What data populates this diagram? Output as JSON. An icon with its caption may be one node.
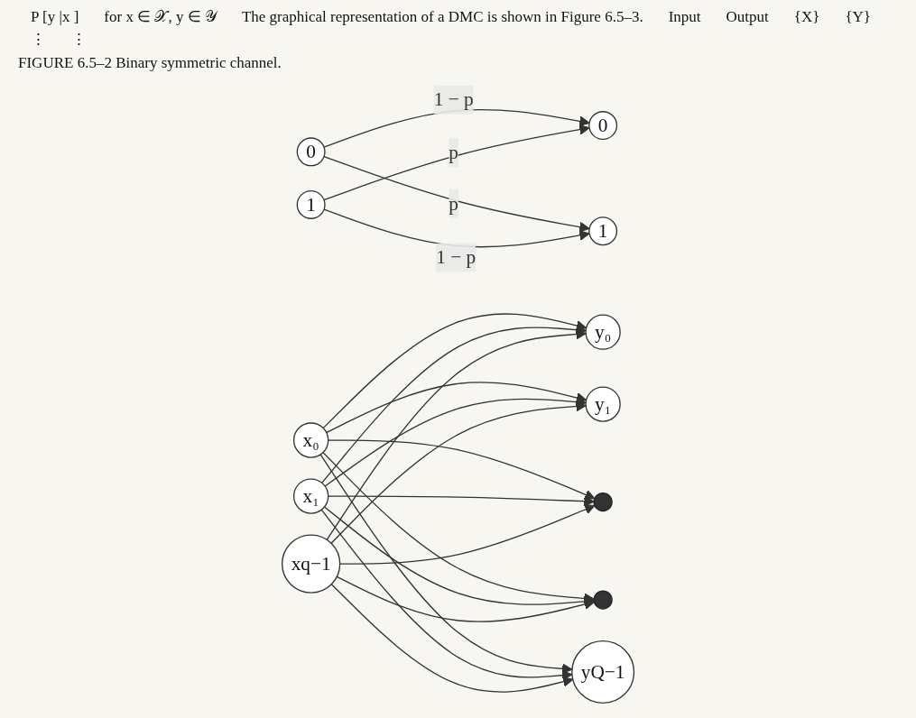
{
  "diagram": {
    "caption": "FIGURE 6.5–2 Binary symmetric channel.",
    "nodes": [
      {
        "text": [
          "0"
        ]
      },
      {
        "text": [
          "1"
        ]
      },
      {
        "text": [
          "0"
        ]
      },
      {
        "text": [
          "1"
        ]
      },
      {
        "text": [
          "x₀"
        ]
      },
      {
        "text": [
          "x₁"
        ]
      },
      {
        "text": [
          "xq−1"
        ]
      },
      {
        "text": [
          "y₀"
        ]
      },
      {
        "text": [
          "y₁"
        ]
      },
      {
        "text": [],
        "shape": "circle"
      },
      {
        "text": [],
        "shape": "circle"
      },
      {
        "text": [
          "yQ−1"
        ]
      }
    ],
    "edges": [
      {
        "from": 0,
        "to": 2,
        "arrow": "to",
        "label": "1 − p"
      },
      {
        "from": 0,
        "to": 3,
        "arrow": "to",
        "label": "p"
      },
      {
        "from": 1,
        "to": 2,
        "arrow": "to",
        "label": "p"
      },
      {
        "from": 1,
        "to": 3,
        "arrow": "to",
        "label": "1 − p"
      },
      {
        "from": 4,
        "to": 7,
        "arrow": "to"
      },
      {
        "from": 4,
        "to": 8,
        "arrow": "to"
      },
      {
        "from": 4,
        "to": 9,
        "arrow": "to"
      },
      {
        "from": 4,
        "to": 10,
        "arrow": "to"
      },
      {
        "from": 4,
        "to": 11,
        "arrow": "to"
      },
      {
        "from": 5,
        "to": 7,
        "arrow": "to"
      },
      {
        "from": 5,
        "to": 8,
        "arrow": "to"
      },
      {
        "from": 5,
        "to": 9,
        "arrow": "to"
      },
      {
        "from": 5,
        "to": 10,
        "arrow": "to"
      },
      {
        "from": 5,
        "to": 11,
        "arrow": "to"
      },
      {
        "from": 6,
        "to": 7,
        "arrow": "to"
      },
      {
        "from": 6,
        "to": 8,
        "arrow": "to"
      },
      {
        "from": 6,
        "to": 9,
        "arrow": "to"
      },
      {
        "from": 6,
        "to": 10,
        "arrow": "to"
      },
      {
        "from": 6,
        "to": 11,
        "arrow": "to"
      }
    ],
    "labels": [
      "P [y |x ]",
      "for x ∈ 𝒳, y ∈ 𝒴",
      "The graphical representation of a DMC is shown in Figure 6.5–3.",
      "Input",
      "Output",
      "{X}",
      "{Y}",
      "⋮",
      "⋮"
    ]
  }
}
